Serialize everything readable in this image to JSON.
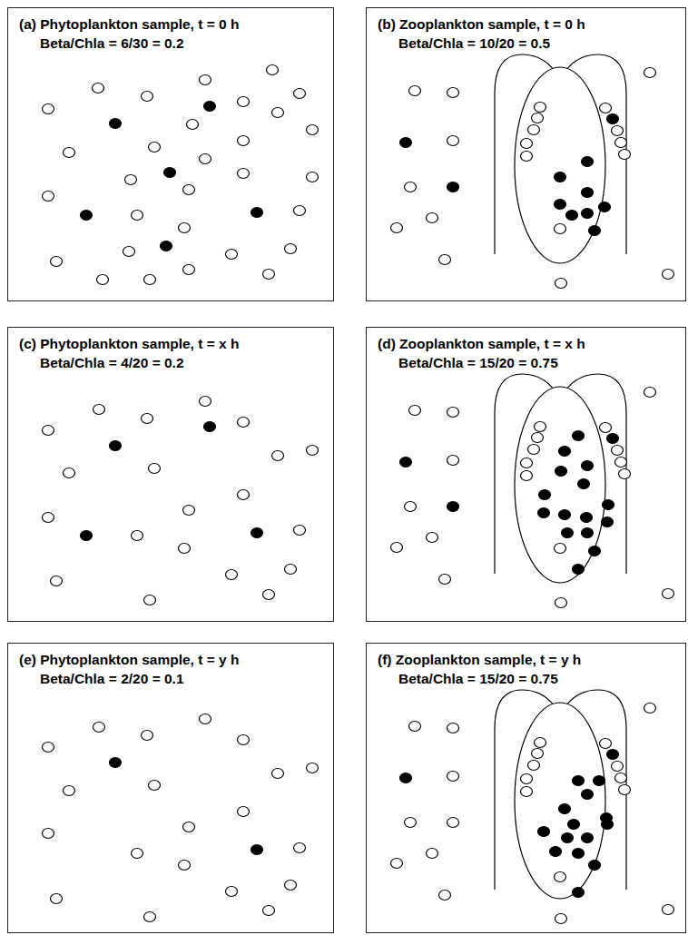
{
  "diagram": {
    "nodes": [
      {
        "text": [
          "(a) Phytoplankton sample, t = 0 h",
          "Beta/Chla = 6/30 = 0.2"
        ]
      },
      {
        "text": [
          "(b) Zooplankton sample, t = 0 h",
          "Beta/Chla = 10/20 = 0.5"
        ]
      },
      {
        "text": [
          "(c) Phytoplankton sample, t = x h",
          "Beta/Chla = 4/20 = 0.2"
        ]
      },
      {
        "text": [
          "(d) Zooplankton sample, t = x h",
          "Beta/Chla = 15/20 = 0.75"
        ]
      },
      {
        "text": [
          "(e) Phytoplankton sample, t = y h",
          "Beta/Chla = 2/20 = 0.1"
        ]
      },
      {
        "text": [
          "(f) Zooplankton sample, t = y h",
          "Beta/Chla = 15/20 = 0.75"
        ]
      }
    ]
  }
}
